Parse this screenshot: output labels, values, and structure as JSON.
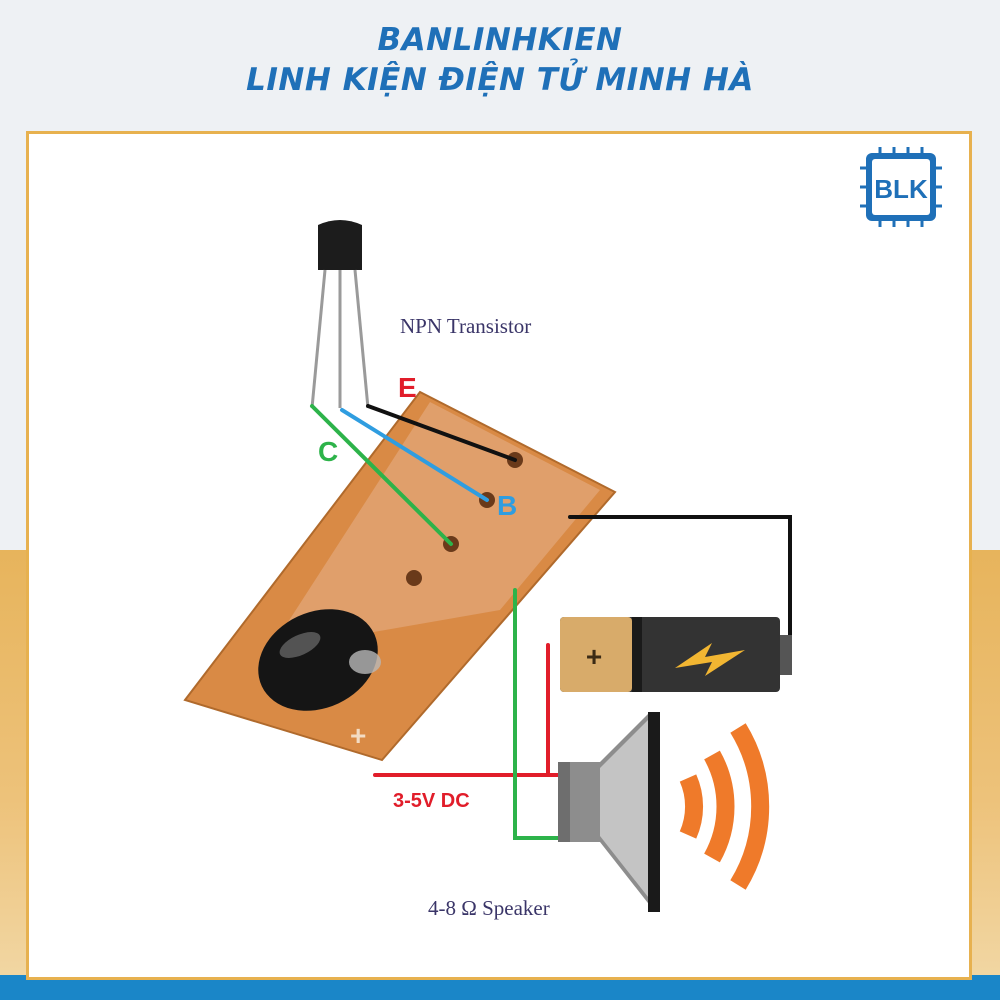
{
  "header": {
    "brand_line1": "BANLINHKIEN",
    "brand_line2": "LINH KIỆN ĐIỆN TỬ MINH HÀ"
  },
  "logo": {
    "text": "BLK"
  },
  "labels": {
    "transistor": "NPN Transistor",
    "emitter": "E",
    "collector": "C",
    "base": "B",
    "voltage": "3-5V DC",
    "speaker": "4-8 Ω Speaker",
    "battery_plus": "+",
    "board_plus": "+"
  },
  "colors": {
    "brand_blue": "#1f70b8",
    "frame_gold": "#e7b14f",
    "wire_red": "#e11d2a",
    "wire_green": "#2db34a",
    "wire_blue": "#2f9de0",
    "wire_black": "#111111",
    "board": "#d98a45",
    "sound_waves": "#ef7a2a"
  },
  "icons": [
    "transistor-icon",
    "battery-icon",
    "lightning-bolt-icon",
    "speaker-icon",
    "sound-waves-icon",
    "chip-logo-icon",
    "circuit-board"
  ]
}
